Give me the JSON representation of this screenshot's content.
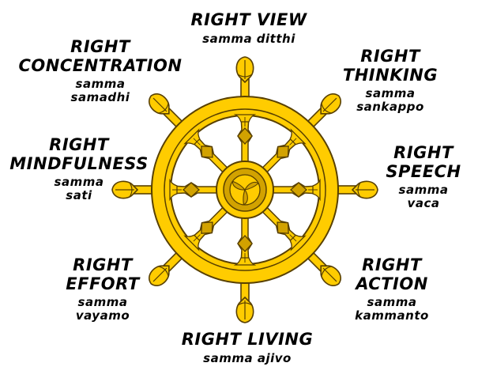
{
  "colors": {
    "gold": "#ffcc00",
    "gold_shadow": "#d2a200",
    "outline": "#584000"
  },
  "labels": {
    "view": {
      "title": [
        "RIGHT VIEW"
      ],
      "pali": [
        "samma ditthi"
      ]
    },
    "thinking": {
      "title": [
        "RIGHT",
        "THINKING"
      ],
      "pali": [
        "samma",
        "sankappo"
      ]
    },
    "speech": {
      "title": [
        "RIGHT",
        "SPEECH"
      ],
      "pali": [
        "samma",
        "vaca"
      ]
    },
    "action": {
      "title": [
        "RIGHT",
        "ACTION"
      ],
      "pali": [
        "samma",
        "kammanto"
      ]
    },
    "living": {
      "title": [
        "RIGHT LIVING"
      ],
      "pali": [
        "samma ajivo"
      ]
    },
    "effort": {
      "title": [
        "RIGHT",
        "EFFORT"
      ],
      "pali": [
        "samma",
        "vayamo"
      ]
    },
    "mindfulness": {
      "title": [
        "RIGHT",
        "MINDFULNESS"
      ],
      "pali": [
        "samma",
        "sati"
      ]
    },
    "concentration": {
      "title": [
        "RIGHT",
        "CONCENTRATION"
      ],
      "pali": [
        "samma",
        "samadhi"
      ]
    }
  }
}
